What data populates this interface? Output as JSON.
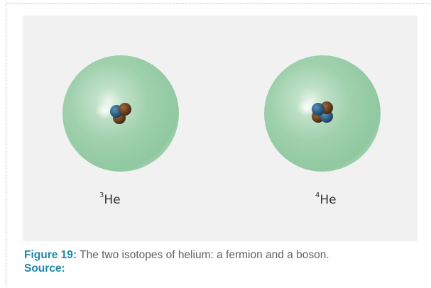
{
  "figure": {
    "isotopes": [
      {
        "symbol": "He",
        "mass_number": "3",
        "nucleons": [
          {
            "kind": "proton",
            "color": "#2e5f86"
          },
          {
            "kind": "neutron",
            "color": "#6b4020"
          },
          {
            "kind": "neutron",
            "color": "#6b4020"
          }
        ]
      },
      {
        "symbol": "He",
        "mass_number": "4",
        "nucleons": [
          {
            "kind": "proton",
            "color": "#2e5f86"
          },
          {
            "kind": "proton",
            "color": "#2e5f86"
          },
          {
            "kind": "neutron",
            "color": "#6b4020"
          },
          {
            "kind": "neutron",
            "color": "#6b4020"
          }
        ]
      }
    ],
    "cloud_color": "#8fcba0",
    "panel_color": "#f1f1f1"
  },
  "caption": {
    "label": "Figure 19:",
    "text": " The two isotopes of helium: a fermion and a boson.",
    "source_label": "Source:"
  },
  "colors": {
    "caption_label": "#1e87a8",
    "caption_text": "#5f5f5f"
  }
}
